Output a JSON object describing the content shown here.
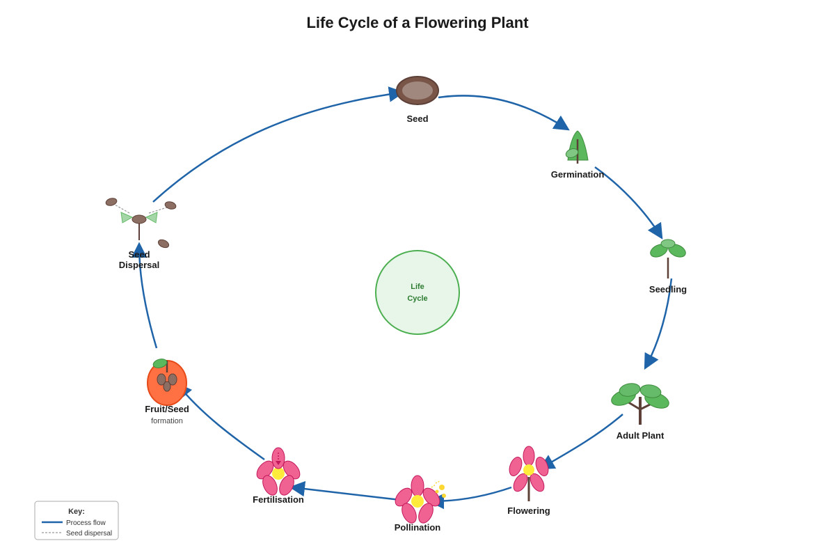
{
  "title": "Life Cycle of a Flowering Plant",
  "center": {
    "line1": "Life",
    "line2": "Cycle"
  },
  "stages": {
    "seed": "Seed",
    "germination": "Germination",
    "seedling": "Seedling",
    "adult_plant": "Adult Plant",
    "flowering": "Flowering",
    "pollination": "Pollination",
    "fertilisation": "Fertilisation",
    "fruit_seed": "Fruit/Seed",
    "fruit_seed_sub": "formation",
    "seed_dispersal_line1": "Seed",
    "seed_dispersal_line2": "Dispersal"
  },
  "key": {
    "title": "Key:",
    "process_flow": "Process flow",
    "seed_dispersal": "Seed dispersal"
  },
  "colors": {
    "arrow": "#1f64a8",
    "leaf": "#5cb85c",
    "leaf_stroke": "#3d8b3d",
    "stem": "#5d4037",
    "seed": "#8d6e63",
    "petal": "#f06292",
    "flower_center": "#ffeb3b",
    "fruit": "#ff7043",
    "center_fill": "#e8f5e9",
    "center_stroke": "#4caf50"
  }
}
